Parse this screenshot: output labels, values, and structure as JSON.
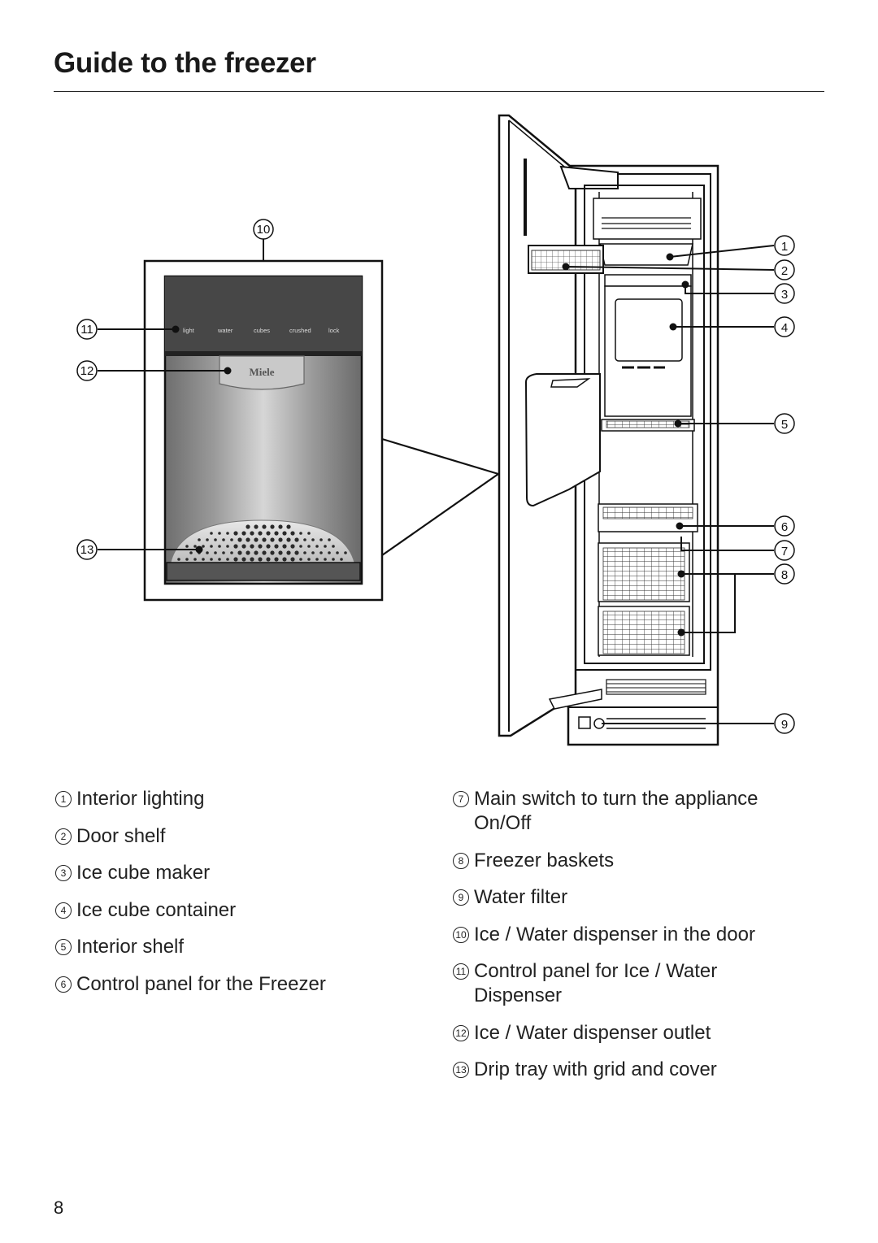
{
  "page": {
    "title": "Guide to the freezer",
    "page_number": "8"
  },
  "panel_labels": [
    "light",
    "water",
    "cubes",
    "crushed",
    "lock"
  ],
  "logo_text": "Miele",
  "callouts": [
    "1",
    "2",
    "3",
    "4",
    "5",
    "6",
    "7",
    "8",
    "9",
    "10",
    "11",
    "12",
    "13"
  ],
  "legend": {
    "left": [
      {
        "num": "1",
        "text": "Interior lighting"
      },
      {
        "num": "2",
        "text": "Door shelf"
      },
      {
        "num": "3",
        "text": "Ice cube maker"
      },
      {
        "num": "4",
        "text": "Ice cube container"
      },
      {
        "num": "5",
        "text": "Interior shelf"
      },
      {
        "num": "6",
        "text": "Control panel for the Freezer"
      }
    ],
    "right": [
      {
        "num": "7",
        "text": "Main switch to turn the appliance On/Off"
      },
      {
        "num": "8",
        "text": "Freezer baskets"
      },
      {
        "num": "9",
        "text": "Water filter"
      },
      {
        "num": "10",
        "text": "Ice / Water dispenser in the door"
      },
      {
        "num": "11",
        "text": "Control panel for Ice / Water Dispenser"
      },
      {
        "num": "12",
        "text": "Ice / Water dispenser outlet"
      },
      {
        "num": "13",
        "text": "Drip tray with grid and cover"
      }
    ]
  }
}
